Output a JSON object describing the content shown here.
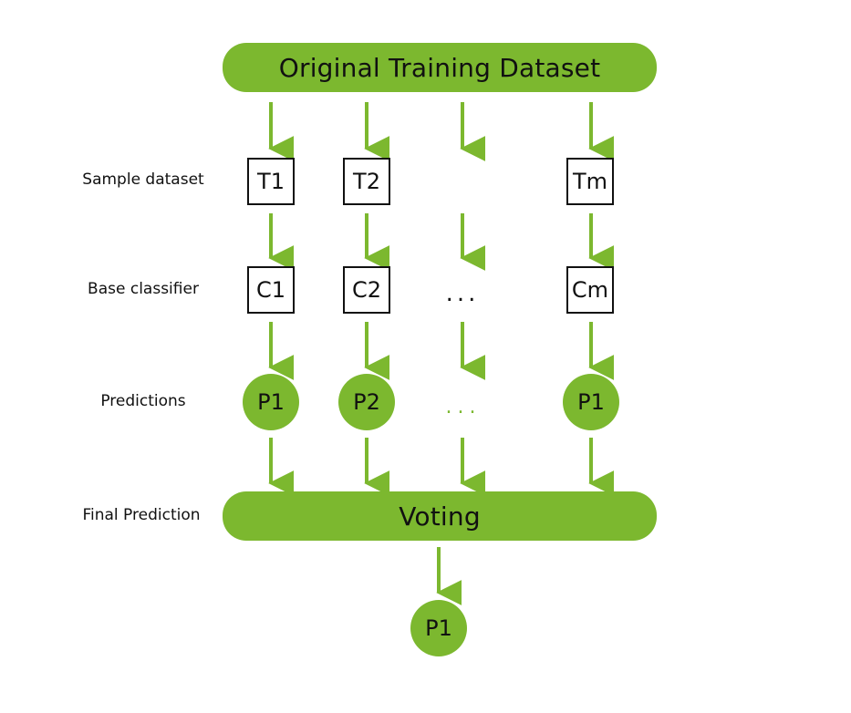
{
  "diagram": {
    "title_node": "Original Training Dataset",
    "voting_node": "Voting",
    "row_labels": {
      "sample": "Sample dataset",
      "classifier": "Base classifier",
      "predictions": "Predictions",
      "final": "Final Prediction"
    },
    "samples": [
      "T1",
      "T2",
      "Tm"
    ],
    "classifiers": [
      "C1",
      "C2",
      "Cm"
    ],
    "predictions": [
      "P1",
      "P2",
      "P1"
    ],
    "final_output": "P1",
    "ellipsis_classifier": "...",
    "ellipsis_prediction": "...",
    "colors": {
      "accent": "#7cb82f",
      "text": "#111111",
      "box_border": "#111111",
      "background": "#ffffff"
    }
  }
}
